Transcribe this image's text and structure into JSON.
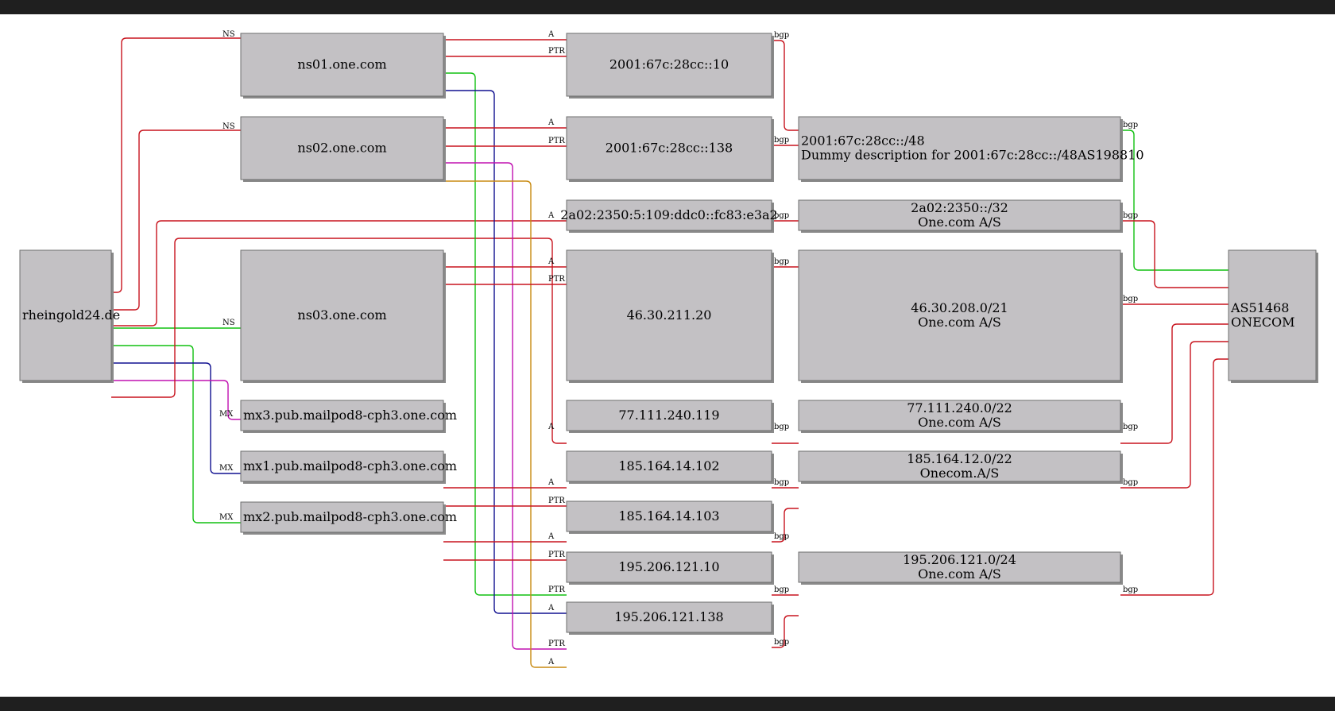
{
  "colors": {
    "background": "#ffffff",
    "frame": "#1f1f1f",
    "node_fill": "#c3c1c4",
    "node_stroke": "#6e6e6e",
    "red": "#c8141e",
    "green": "#10c010",
    "blue": "#101090",
    "magenta": "#c010b0",
    "orange": "#c88a10"
  },
  "nodes": [
    {
      "id": "rheingold",
      "lines": [
        "rheingold24.de"
      ]
    },
    {
      "id": "ns01",
      "lines": [
        "ns01.one.com"
      ]
    },
    {
      "id": "ns02",
      "lines": [
        "ns02.one.com"
      ]
    },
    {
      "id": "ns03",
      "lines": [
        "ns03.one.com"
      ]
    },
    {
      "id": "mx3",
      "lines": [
        "mx3.pub.mailpod8-cph3.one.com"
      ]
    },
    {
      "id": "mx1",
      "lines": [
        "mx1.pub.mailpod8-cph3.one.com"
      ]
    },
    {
      "id": "mx2",
      "lines": [
        "mx2.pub.mailpod8-cph3.one.com"
      ]
    },
    {
      "id": "ip6_10",
      "lines": [
        "2001:67c:28cc::10"
      ]
    },
    {
      "id": "ip6_138",
      "lines": [
        "2001:67c:28cc::138"
      ]
    },
    {
      "id": "ip6_2a02",
      "lines": [
        "2a02:2350:5:109:ddc0::fc83:e3a2"
      ]
    },
    {
      "id": "ip4_46",
      "lines": [
        "46.30.211.20"
      ]
    },
    {
      "id": "ip4_77",
      "lines": [
        "77.111.240.119"
      ]
    },
    {
      "id": "ip4_185_102",
      "lines": [
        "185.164.14.102"
      ]
    },
    {
      "id": "ip4_185_103",
      "lines": [
        "185.164.14.103"
      ]
    },
    {
      "id": "ip4_195_10",
      "lines": [
        "195.206.121.10"
      ]
    },
    {
      "id": "ip4_195_138",
      "lines": [
        "195.206.121.138"
      ]
    },
    {
      "id": "pfx_2001",
      "lines": [
        "2001:67c:28cc::/48",
        "Dummy description for 2001:67c:28cc::/48AS198810"
      ]
    },
    {
      "id": "pfx_2a02",
      "lines": [
        "2a02:2350::/32",
        "One.com A/S"
      ]
    },
    {
      "id": "pfx_46",
      "lines": [
        "46.30.208.0/21",
        "One.com A/S"
      ]
    },
    {
      "id": "pfx_77",
      "lines": [
        "77.111.240.0/22",
        "One.com A/S"
      ]
    },
    {
      "id": "pfx_185",
      "lines": [
        "185.164.12.0/22",
        "Onecom.A/S"
      ]
    },
    {
      "id": "pfx_195",
      "lines": [
        "195.206.121.0/24",
        "One.com A/S"
      ]
    },
    {
      "id": "as",
      "lines": [
        "AS51468",
        "ONECOM"
      ]
    }
  ],
  "edges": [
    {
      "from": "rheingold",
      "to": "ns01",
      "label": "NS",
      "color": "red"
    },
    {
      "from": "rheingold",
      "to": "ns02",
      "label": "NS",
      "color": "red"
    },
    {
      "from": "rheingold",
      "to": "ip6_2a02",
      "label": "A",
      "color": "red"
    },
    {
      "from": "rheingold",
      "to": "ns03",
      "label": "NS",
      "color": "green"
    },
    {
      "from": "rheingold",
      "to": "mx2",
      "label": "MX",
      "color": "green"
    },
    {
      "from": "rheingold",
      "to": "mx1",
      "label": "MX",
      "color": "blue"
    },
    {
      "from": "rheingold",
      "to": "mx3",
      "label": "MX",
      "color": "magenta"
    },
    {
      "from": "rheingold",
      "to": "ip4_77",
      "label": "A",
      "color": "red"
    },
    {
      "from": "ns01",
      "to": "ip6_10",
      "label": "A",
      "color": "red"
    },
    {
      "from": "ns01",
      "to": "ip6_10",
      "label": "PTR",
      "color": "red"
    },
    {
      "from": "ns01",
      "to": "ip4_195_10",
      "label": "PTR",
      "color": "green"
    },
    {
      "from": "ns01",
      "to": "ip4_195_10",
      "label": "A",
      "color": "blue"
    },
    {
      "from": "ns02",
      "to": "ip6_138",
      "label": "A",
      "color": "red"
    },
    {
      "from": "ns02",
      "to": "ip6_138",
      "label": "PTR",
      "color": "red"
    },
    {
      "from": "ns02",
      "to": "ip4_195_138",
      "label": "PTR",
      "color": "magenta"
    },
    {
      "from": "ns02",
      "to": "ip4_195_138",
      "label": "A",
      "color": "orange"
    },
    {
      "from": "ns03",
      "to": "ip4_46",
      "label": "A",
      "color": "red"
    },
    {
      "from": "ns03",
      "to": "ip4_46",
      "label": "PTR",
      "color": "red"
    },
    {
      "from": "mx1",
      "to": "ip4_185_102",
      "label": "A",
      "color": "red"
    },
    {
      "from": "mx1",
      "to": "ip4_185_102",
      "label": "PTR",
      "color": "red"
    },
    {
      "from": "mx2",
      "to": "ip4_185_103",
      "label": "A",
      "color": "red"
    },
    {
      "from": "mx2",
      "to": "ip4_185_103",
      "label": "PTR",
      "color": "red"
    },
    {
      "from": "ip6_10",
      "to": "pfx_2001",
      "label": "bgp",
      "color": "red"
    },
    {
      "from": "ip6_138",
      "to": "pfx_2001",
      "label": "bgp",
      "color": "red"
    },
    {
      "from": "ip6_2a02",
      "to": "pfx_2a02",
      "label": "bgp",
      "color": "red"
    },
    {
      "from": "ip4_46",
      "to": "pfx_46",
      "label": "bgp",
      "color": "red"
    },
    {
      "from": "ip4_77",
      "to": "pfx_77",
      "label": "bgp",
      "color": "red"
    },
    {
      "from": "ip4_185_102",
      "to": "pfx_185",
      "label": "bgp",
      "color": "red"
    },
    {
      "from": "ip4_185_103",
      "to": "pfx_185",
      "label": "bgp",
      "color": "red"
    },
    {
      "from": "ip4_195_10",
      "to": "pfx_195",
      "label": "bgp",
      "color": "red"
    },
    {
      "from": "ip4_195_138",
      "to": "pfx_195",
      "label": "bgp",
      "color": "red"
    },
    {
      "from": "pfx_2001",
      "to": "as",
      "label": "bgp",
      "color": "green"
    },
    {
      "from": "pfx_2a02",
      "to": "as",
      "label": "bgp",
      "color": "red"
    },
    {
      "from": "pfx_46",
      "to": "as",
      "label": "bgp",
      "color": "red"
    },
    {
      "from": "pfx_77",
      "to": "as",
      "label": "bgp",
      "color": "red"
    },
    {
      "from": "pfx_185",
      "to": "as",
      "label": "bgp",
      "color": "red"
    },
    {
      "from": "pfx_195",
      "to": "as",
      "label": "bgp",
      "color": "red"
    }
  ]
}
